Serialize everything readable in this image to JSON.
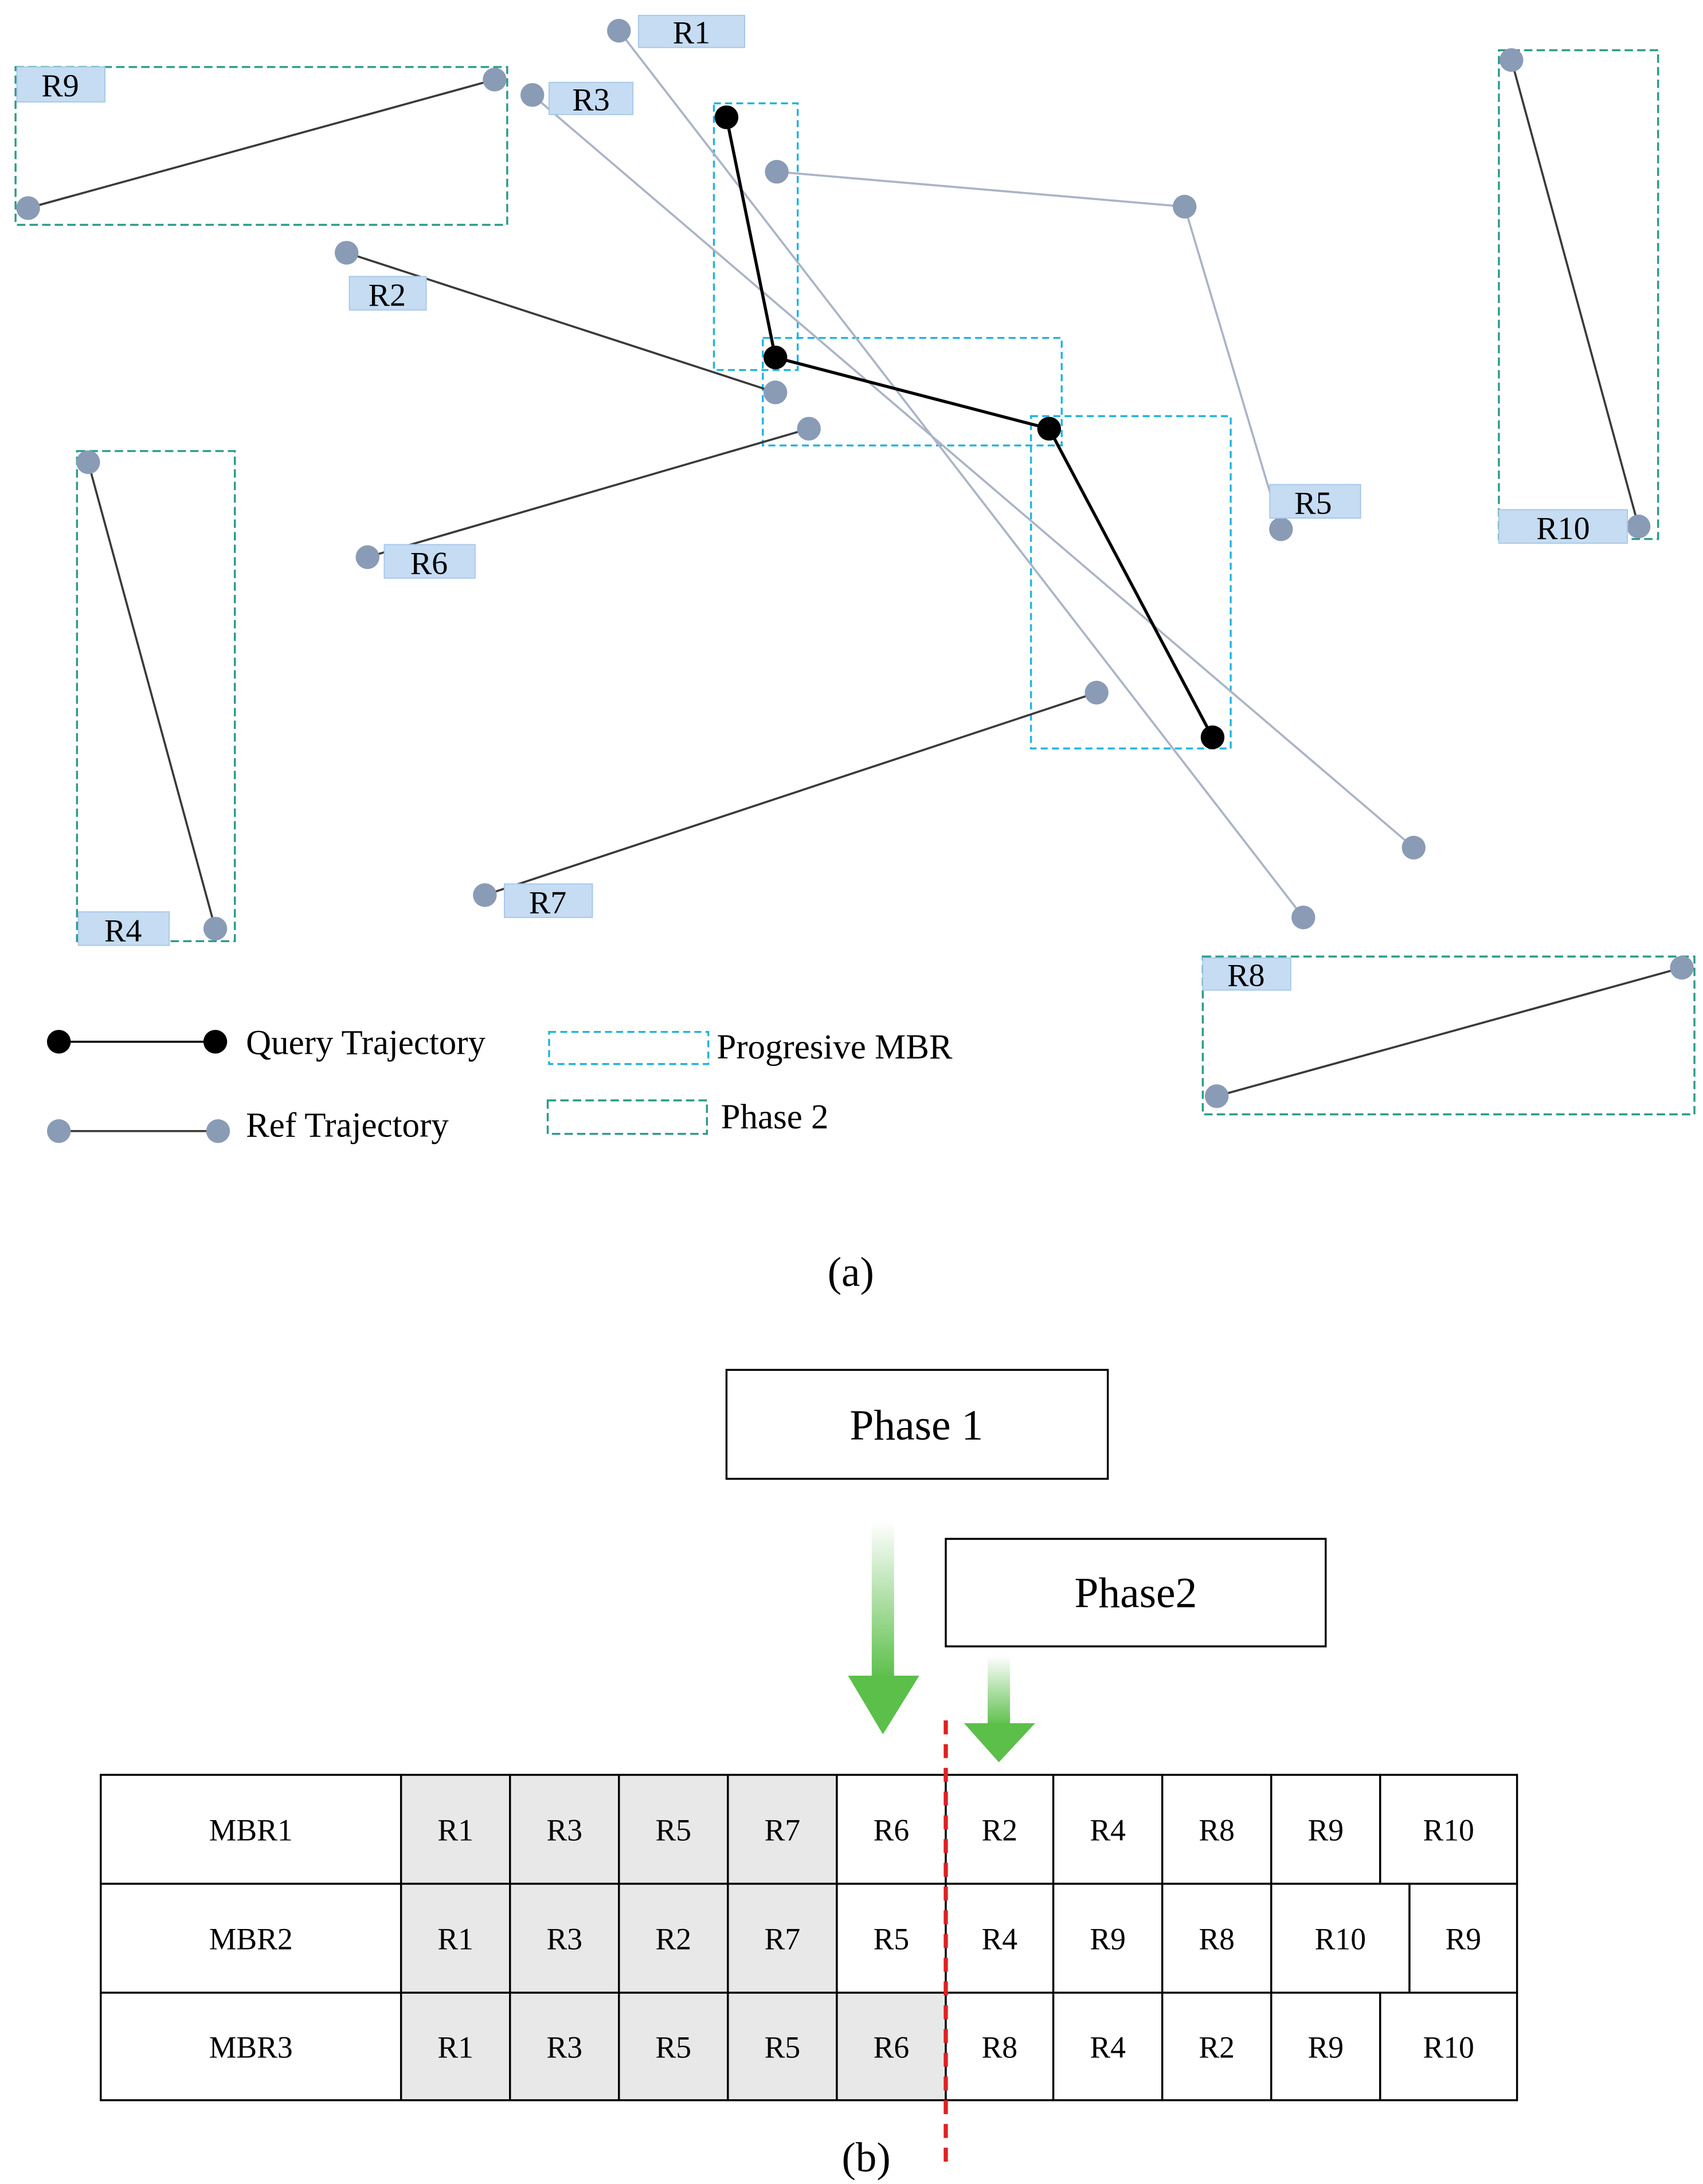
{
  "part_a": {
    "caption": "(a)",
    "query": [
      [
        520,
        84
      ],
      [
        555,
        256
      ],
      [
        751,
        307
      ],
      [
        868,
        528
      ]
    ],
    "refs": [
      {
        "label": "R1",
        "p1": [
          443,
          22
        ],
        "p2": [
          933,
          657
        ]
      },
      {
        "label": "R2",
        "p1": [
          248,
          181
        ],
        "p2": [
          555,
          281
        ]
      },
      {
        "label": "R3",
        "p1": [
          381,
          68
        ],
        "p2": [
          1012,
          607
        ]
      },
      {
        "label": "R4",
        "p1": [
          63,
          331
        ],
        "p2": [
          154,
          665
        ]
      },
      {
        "label": "R5",
        "p1": [
          556,
          123
        ],
        "p2": [
          848,
          148
        ],
        "p3": [
          917,
          379
        ]
      },
      {
        "label": "R6",
        "p1": [
          263,
          399
        ],
        "p2": [
          579,
          307
        ]
      },
      {
        "label": "R7",
        "p1": [
          347,
          641
        ],
        "p2": [
          785,
          496
        ]
      },
      {
        "label": "R8",
        "p1": [
          871,
          785
        ],
        "p2": [
          1204,
          693
        ]
      },
      {
        "label": "R9",
        "p1": [
          20,
          149
        ],
        "p2": [
          354,
          57
        ]
      },
      {
        "label": "R10",
        "p1": [
          1082,
          43
        ],
        "p2": [
          1173,
          377
        ]
      }
    ],
    "legend": {
      "query": "Query Trajectory",
      "ref": "Ref Trajectory",
      "mbr": "Progresive MBR",
      "phase2": "Phase 2"
    },
    "colors": {
      "query": "#000000",
      "ref_point": "#8a9bb5",
      "ref_line_light": "#aab4c6",
      "ref_line_dark": "#3a3a3a",
      "mbr_box": "#1fb4e0",
      "phase2_box": "#2a9a8a",
      "label_bg": "#c5dcf2"
    }
  },
  "part_b": {
    "caption": "(b)",
    "phase1_label": "Phase 1",
    "phase2_label": "Phase2",
    "arrow_color": "#5cbf4a",
    "divider_color": "#e02020",
    "shaded_color": "#e8e8e8",
    "rows": [
      {
        "name": "MBR1",
        "cells": [
          "R1",
          "R3",
          "R5",
          "R7",
          "R6",
          "R2",
          "R4",
          "R8",
          "R9",
          "R10"
        ],
        "shaded": 4
      },
      {
        "name": "MBR2",
        "cells": [
          "R1",
          "R3",
          "R2",
          "R7",
          "R5",
          "R4",
          "R9",
          "R8",
          "R10",
          "R9"
        ],
        "shaded": 4
      },
      {
        "name": "MBR3",
        "cells": [
          "R1",
          "R3",
          "R5",
          "R5",
          "R6",
          "R8",
          "R4",
          "R2",
          "R9",
          "R10"
        ],
        "shaded": 5
      }
    ]
  }
}
